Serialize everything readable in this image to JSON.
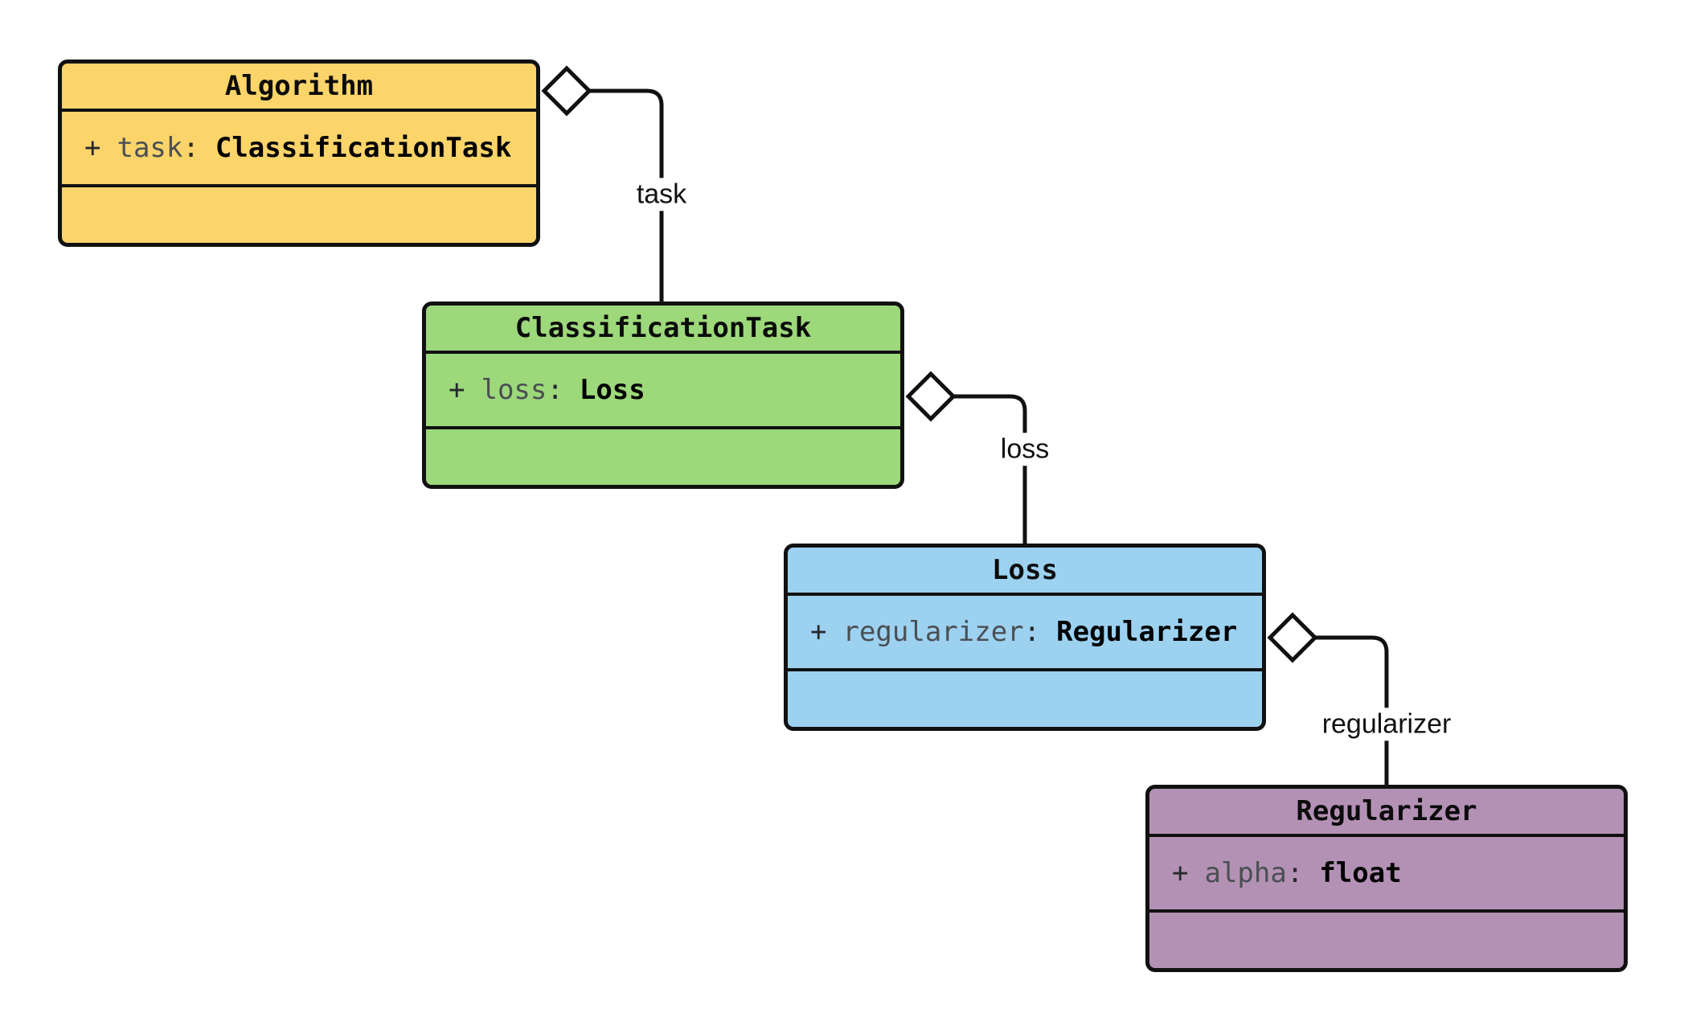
{
  "diagram": {
    "type": "uml-class-diagram",
    "background_color": "#ffffff",
    "line_color": "#111111",
    "classes": [
      {
        "name": "Algorithm",
        "color": "#FBD46A",
        "attr": {
          "visibility": "+",
          "name": "task",
          "colon": ":",
          "type": "ClassificationTask"
        }
      },
      {
        "name": "ClassificationTask",
        "color": "#9DD87B",
        "attr": {
          "visibility": "+",
          "name": "loss",
          "colon": ":",
          "type": "Loss"
        }
      },
      {
        "name": "Loss",
        "color": "#9CD1F0",
        "attr": {
          "visibility": "+",
          "name": "regularizer",
          "colon": ":",
          "type": "Regularizer"
        }
      },
      {
        "name": "Regularizer",
        "color": "#B391B4",
        "attr": {
          "visibility": "+",
          "name": "alpha",
          "colon": ":",
          "type": "float"
        }
      }
    ],
    "relations": [
      {
        "label": "task",
        "from": "Algorithm",
        "to": "ClassificationTask",
        "kind": "aggregation"
      },
      {
        "label": "loss",
        "from": "ClassificationTask",
        "to": "Loss",
        "kind": "aggregation"
      },
      {
        "label": "regularizer",
        "from": "Loss",
        "to": "Regularizer",
        "kind": "aggregation"
      }
    ]
  }
}
